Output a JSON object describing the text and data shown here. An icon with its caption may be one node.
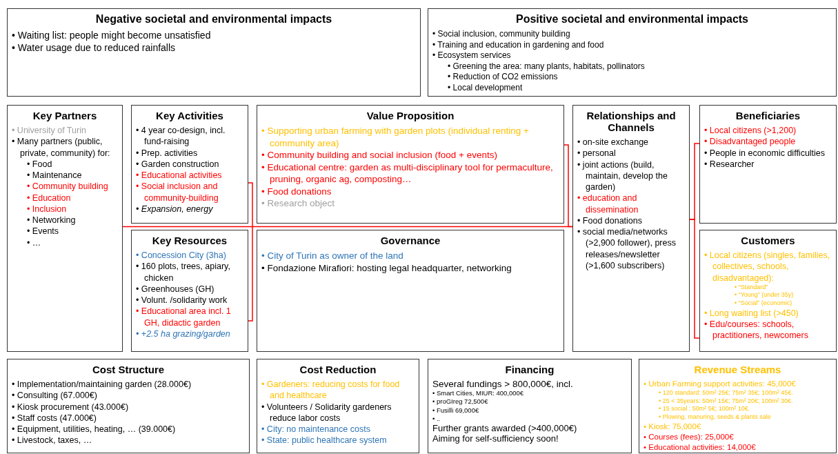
{
  "diagram": {
    "nodes": [
      {
        "text": [
          "Negative societal and environmental impacts",
          "• Waiting list: people might become unsatisfied",
          "• Water usage due to reduced rainfalls"
        ]
      },
      {
        "text": [
          "Positive societal and environmental impacts",
          "• Social inclusion, community building",
          "• Training and education in gardening and food",
          "• Ecosystem services",
          "• Greening the area: many plants, habitats, pollinators",
          "• Reduction of CO2 emissions",
          "• Local development"
        ]
      },
      {
        "text": [
          "Key Partners",
          "• University of Turin",
          "• Many partners (public, private, community) for:",
          "• Food",
          "• Maintenance",
          "• Community building",
          "• Education",
          "• Inclusion",
          "• Networking",
          "• Events",
          "• …"
        ]
      },
      {
        "text": [
          "Key Activities",
          "• 4 year co-design, incl. fund-raising",
          "• Prep. activities",
          "• Garden construction",
          "• Educational activities",
          "• Social inclusion and community-building",
          "• Expansion, energy"
        ]
      },
      {
        "text": [
          "Key Resources",
          "• Concession City (3ha)",
          "• 160 plots, trees, apiary, chicken",
          "• Greenhouses (GH)",
          "• Volunt. /solidarity work",
          "• Educational area incl. 1 GH, didactic garden",
          "• +2.5 ha grazing/garden"
        ]
      },
      {
        "text": [
          "Value Proposition",
          "• Supporting urban farming with garden plots  (individual renting + community area)",
          "• Community building and social inclusion (food + events)",
          "• Educational centre: garden as multi-disciplinary tool for permaculture, pruning, organic ag, composting…",
          "• Food donations",
          "• Research object"
        ]
      },
      {
        "text": [
          "Governance",
          "• City of Turin as owner of the land",
          "• Fondazione Mirafiori: hosting legal headquarter, networking"
        ]
      },
      {
        "text": [
          "Relationships and Channels",
          "• on-site exchange",
          "• personal",
          "• joint actions (build, maintain, develop the garden)",
          "• education and dissemination",
          "• Food donations",
          "• social media/networks (>2,900 follower), press releases/newsletter (>1,600 subscribers)"
        ]
      },
      {
        "text": [
          "Beneficiaries",
          "• Local citizens (>1,200)",
          "• Disadvantaged people",
          "• People in economic difficulties",
          "• Researcher"
        ]
      },
      {
        "text": [
          "Customers",
          "• Local citizens (singles, families, collectives, schools, disadvantaged):",
          "• “Standard”",
          "• “Young” (under 35y)",
          "• “Social” (economic)",
          "• Long waiting list (>450)",
          "• Edu/courses: schools, practitioners, newcomers"
        ]
      },
      {
        "text": [
          "Cost Structure",
          "• Implementation/maintaining garden (28.000€)",
          "• Consulting (67.000€)",
          "• Kiosk procurement (43.000€)",
          "• Staff costs (47.000€)",
          "• Equipment, utilities, heating, … (39.000€)",
          "• Livestock, taxes, …"
        ]
      },
      {
        "text": [
          "Cost Reduction",
          "• Gardeners: reducing costs for food and healthcare",
          "• Volunteers / Solidarity gardeners reduce labor costs",
          "• City: no maintenance costs",
          "• State: public healthcare system"
        ]
      },
      {
        "text": [
          "Financing",
          "Several fundings > 800,000€, incl.",
          "• Smart Cities, MIUR: 400,000€",
          "• proGIreg 72,500€",
          "• Fusilli 69,000€",
          "• ..",
          "Further grants awarded (>400,000€)",
          "Aiming for self-sufficiency soon!"
        ]
      },
      {
        "text": [
          "Revenue Streams",
          "• Urban Farming support activities: 45,000€",
          "• 120 standard: 50m² 25€; 75m² 35€; 100m² 45€.",
          "• 25 < 35years: 50m² 15€; 75m² 20€; 100m² 30€.",
          "• 15 social : 50m² 5€; 100m² 10€.",
          "• Plowing, manuring, seeds & plants sale",
          "• Kiosk: 75,000€",
          "• Courses (fees): 25,000€",
          "• Educational activities: 14,000€"
        ]
      }
    ],
    "edges": [
      {
        "from": 2,
        "to": 7,
        "arrow": "none",
        "color": "#ff0000"
      },
      {
        "from": 3,
        "to": 4,
        "arrow": "none",
        "color": "#ff0000"
      },
      {
        "from": 5,
        "to": 7,
        "arrow": "none",
        "color": "#ff0000"
      },
      {
        "from": 7,
        "to": 8,
        "arrow": "none",
        "color": "#ff0000"
      },
      {
        "from": 7,
        "to": 9,
        "arrow": "none",
        "color": "#ff0000"
      }
    ]
  }
}
